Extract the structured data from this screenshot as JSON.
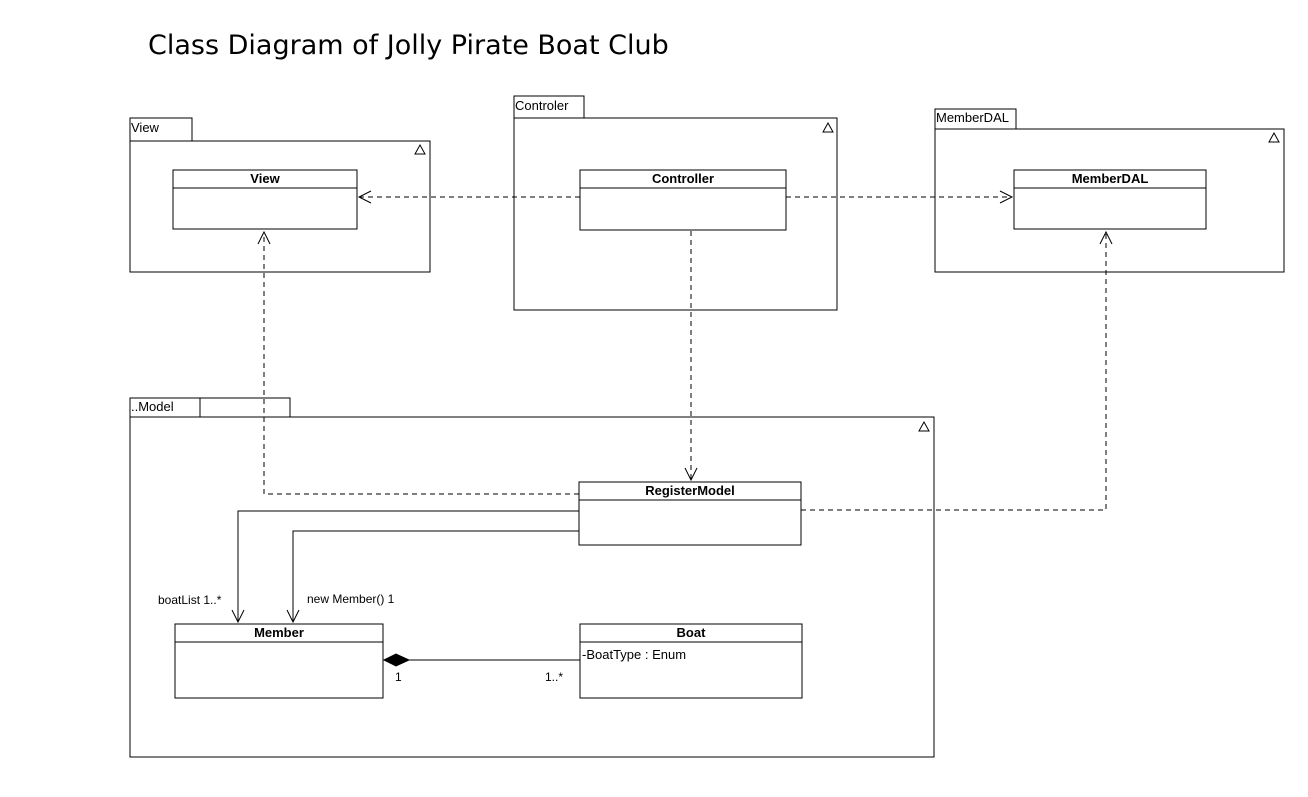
{
  "title": "Class Diagram of Jolly Pirate Boat Club",
  "packages": {
    "view": "View",
    "controller": "Controler",
    "memberdal": "MemberDAL",
    "model": "..Model"
  },
  "classes": {
    "view": "View",
    "controller": "Controller",
    "memberdal": "MemberDAL",
    "registermodel": "RegisterModel",
    "member": "Member",
    "boat": "Boat"
  },
  "attributes": {
    "boat": "-BoatType : Enum"
  },
  "labels": {
    "boatlist": "boatList 1..*",
    "newmember": "new Member() 1",
    "composition_member_mult": "1",
    "composition_boat_mult": "1..*"
  },
  "colors": {
    "line": "#000000",
    "background": "#ffffff"
  }
}
